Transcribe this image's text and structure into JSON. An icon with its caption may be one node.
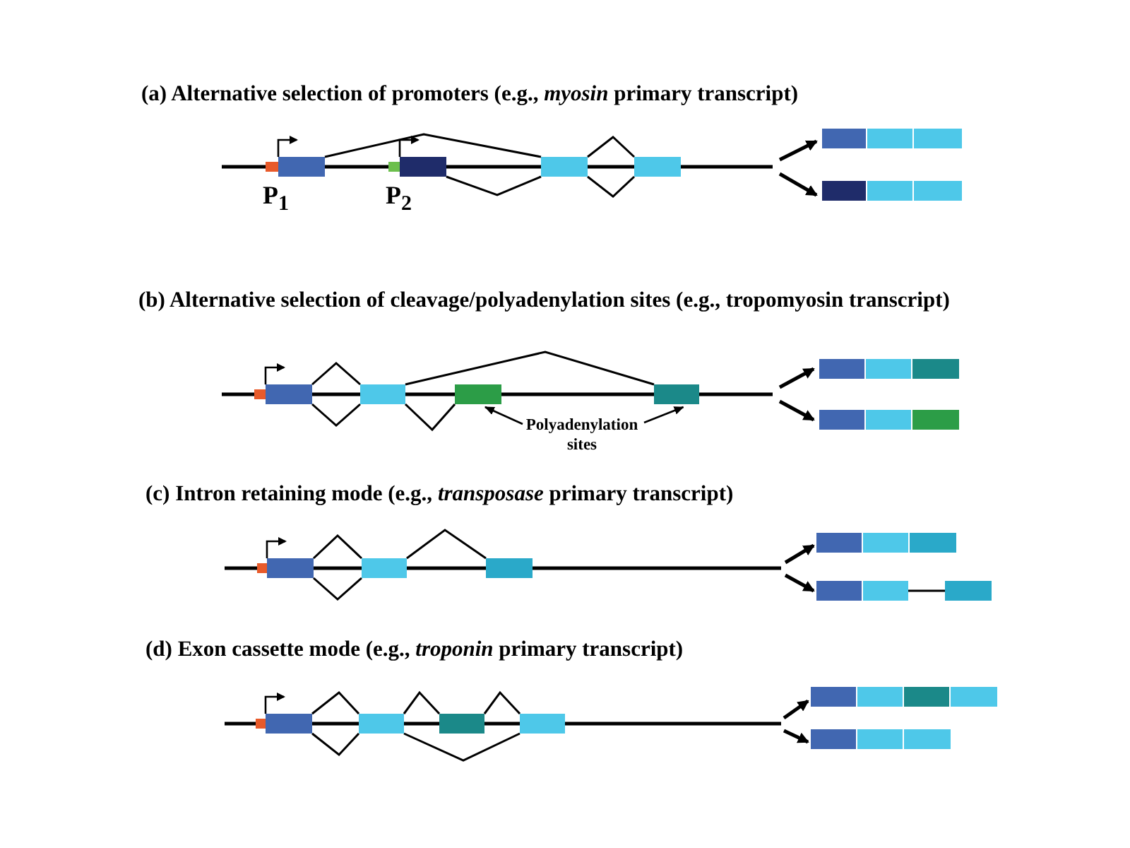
{
  "diagram": {
    "nodes": [
      {
        "text": [
          "Polyadenylation sites"
        ]
      },
      {
        "text": [],
        "shape": "box"
      },
      {
        "text": [],
        "shape": "box"
      }
    ],
    "edges": [
      {
        "from": 0,
        "to": 1,
        "arrow": "to"
      },
      {
        "from": 0,
        "to": 2,
        "arrow": "to"
      }
    ],
    "labels": [
      "(a) Alternative selection of promoters (e.g., *myosin* primary transcript)",
      "P$_{1}$",
      "P$_{2}$",
      "(b) Alternative selection of cleavage/polyadenylation sites (e.g., tropomyosin transcript)",
      "(c) Intron retaining mode (e.g., *transposase* primary transcript)",
      "(d) Exon cassette mode (e.g., *troponin* primary transcript)"
    ]
  }
}
